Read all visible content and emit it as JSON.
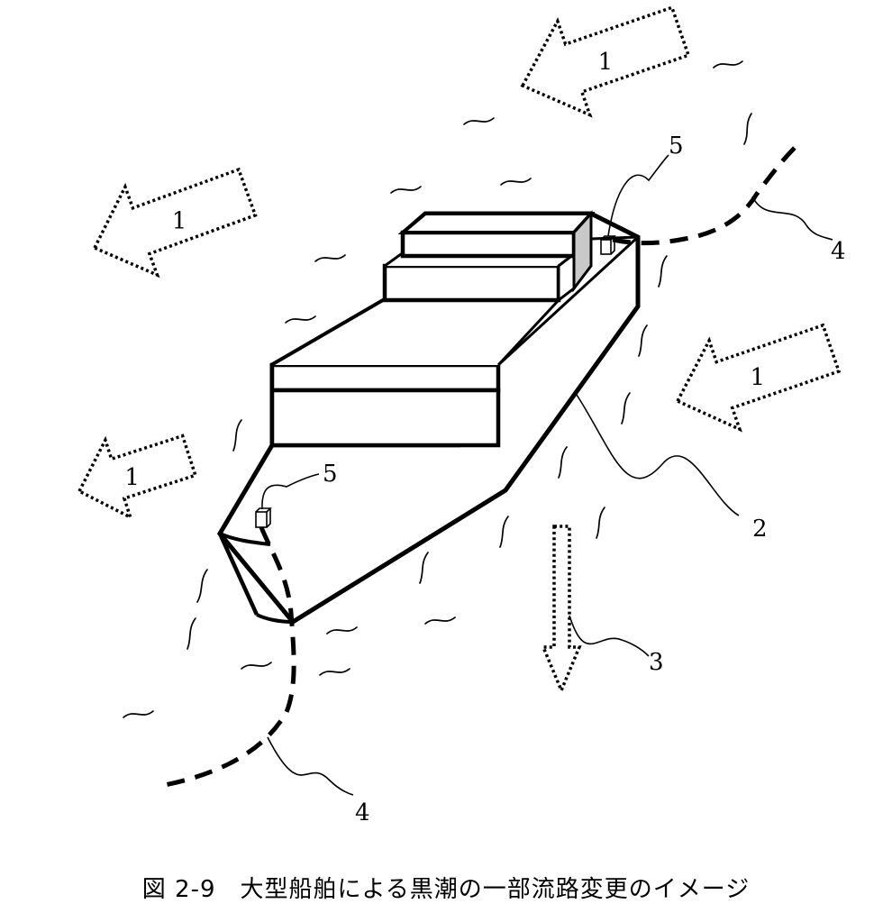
{
  "caption": "図 2-9　大型船舶による黒潮の一部流路変更のイメージ",
  "labels": {
    "current_1": "1",
    "ship_2": "2",
    "flow_3": "3",
    "path_4": "4",
    "sensor_5": "5"
  }
}
